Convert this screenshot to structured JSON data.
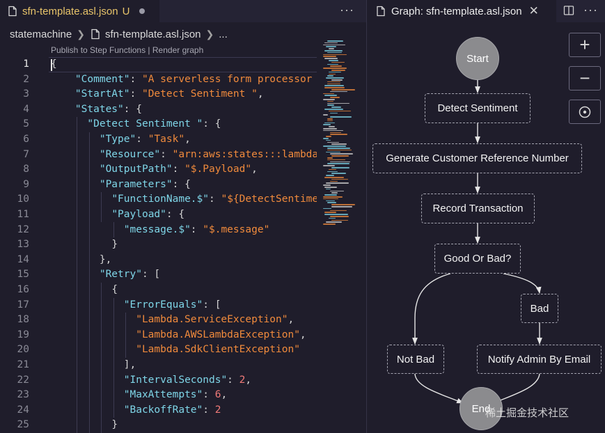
{
  "editor": {
    "tab": {
      "title": "sfn-template.asl.json",
      "status": "U",
      "icon": "json-file-icon"
    },
    "more": "···",
    "breadcrumb": {
      "folder": "statemachine",
      "file": "sfn-template.asl.json",
      "trail": "..."
    },
    "codelens": {
      "publish": "Publish to Step Functions",
      "sep": " | ",
      "render": "Render graph"
    },
    "lines": [
      {
        "n": "1",
        "indent": "",
        "parts": [
          [
            "p",
            "{"
          ]
        ]
      },
      {
        "n": "2",
        "indent": "    ",
        "parts": [
          [
            "k",
            "\"Comment\""
          ],
          [
            "p",
            ": "
          ],
          [
            "s",
            "\"A serverless form processor"
          ]
        ]
      },
      {
        "n": "3",
        "indent": "    ",
        "parts": [
          [
            "k",
            "\"StartAt\""
          ],
          [
            "p",
            ": "
          ],
          [
            "s",
            "\"Detect Sentiment \""
          ],
          [
            "p",
            ","
          ]
        ]
      },
      {
        "n": "4",
        "indent": "    ",
        "parts": [
          [
            "k",
            "\"States\""
          ],
          [
            "p",
            ": {"
          ]
        ]
      },
      {
        "n": "5",
        "indent": "      ",
        "parts": [
          [
            "k",
            "\"Detect Sentiment \""
          ],
          [
            "p",
            ": {"
          ]
        ]
      },
      {
        "n": "6",
        "indent": "        ",
        "parts": [
          [
            "k",
            "\"Type\""
          ],
          [
            "p",
            ": "
          ],
          [
            "s",
            "\"Task\""
          ],
          [
            "p",
            ","
          ]
        ]
      },
      {
        "n": "7",
        "indent": "        ",
        "parts": [
          [
            "k",
            "\"Resource\""
          ],
          [
            "p",
            ": "
          ],
          [
            "s",
            "\"arn:aws:states:::lambda"
          ]
        ]
      },
      {
        "n": "8",
        "indent": "        ",
        "parts": [
          [
            "k",
            "\"OutputPath\""
          ],
          [
            "p",
            ": "
          ],
          [
            "s",
            "\"$.Payload\""
          ],
          [
            "p",
            ","
          ]
        ]
      },
      {
        "n": "9",
        "indent": "        ",
        "parts": [
          [
            "k",
            "\"Parameters\""
          ],
          [
            "p",
            ": {"
          ]
        ]
      },
      {
        "n": "10",
        "indent": "          ",
        "parts": [
          [
            "k",
            "\"FunctionName.$\""
          ],
          [
            "p",
            ": "
          ],
          [
            "s",
            "\"${DetectSentime"
          ]
        ]
      },
      {
        "n": "11",
        "indent": "          ",
        "parts": [
          [
            "k",
            "\"Payload\""
          ],
          [
            "p",
            ": {"
          ]
        ]
      },
      {
        "n": "12",
        "indent": "            ",
        "parts": [
          [
            "k",
            "\"message.$\""
          ],
          [
            "p",
            ": "
          ],
          [
            "s",
            "\"$.message\""
          ]
        ]
      },
      {
        "n": "13",
        "indent": "          ",
        "parts": [
          [
            "p",
            "}"
          ]
        ]
      },
      {
        "n": "14",
        "indent": "        ",
        "parts": [
          [
            "p",
            "},"
          ]
        ]
      },
      {
        "n": "15",
        "indent": "        ",
        "parts": [
          [
            "k",
            "\"Retry\""
          ],
          [
            "p",
            ": ["
          ]
        ]
      },
      {
        "n": "16",
        "indent": "          ",
        "parts": [
          [
            "p",
            "{"
          ]
        ]
      },
      {
        "n": "17",
        "indent": "            ",
        "parts": [
          [
            "k",
            "\"ErrorEquals\""
          ],
          [
            "p",
            ": ["
          ]
        ]
      },
      {
        "n": "18",
        "indent": "              ",
        "parts": [
          [
            "s",
            "\"Lambda.ServiceException\""
          ],
          [
            "p",
            ","
          ]
        ]
      },
      {
        "n": "19",
        "indent": "              ",
        "parts": [
          [
            "s",
            "\"Lambda.AWSLambdaException\""
          ],
          [
            "p",
            ","
          ]
        ]
      },
      {
        "n": "20",
        "indent": "              ",
        "parts": [
          [
            "s",
            "\"Lambda.SdkClientException\""
          ]
        ]
      },
      {
        "n": "21",
        "indent": "            ",
        "parts": [
          [
            "p",
            "],"
          ]
        ]
      },
      {
        "n": "22",
        "indent": "            ",
        "parts": [
          [
            "k",
            "\"IntervalSeconds\""
          ],
          [
            "p",
            ": "
          ],
          [
            "n",
            "2"
          ],
          [
            "p",
            ","
          ]
        ]
      },
      {
        "n": "23",
        "indent": "            ",
        "parts": [
          [
            "k",
            "\"MaxAttempts\""
          ],
          [
            "p",
            ": "
          ],
          [
            "n",
            "6"
          ],
          [
            "p",
            ","
          ]
        ]
      },
      {
        "n": "24",
        "indent": "            ",
        "parts": [
          [
            "k",
            "\"BackoffRate\""
          ],
          [
            "p",
            ": "
          ],
          [
            "n",
            "2"
          ]
        ]
      },
      {
        "n": "25",
        "indent": "          ",
        "parts": [
          [
            "p",
            "}"
          ]
        ]
      }
    ]
  },
  "graph": {
    "tab": {
      "title": "Graph: sfn-template.asl.json",
      "close": "✕"
    },
    "more": "···",
    "nodes": {
      "start": "Start",
      "detect": "Detect Sentiment",
      "generate": "Generate Customer Reference Number",
      "record": "Record Transaction",
      "choice": "Good Or Bad?",
      "bad": "Bad",
      "not_bad": "Not Bad",
      "notify": "Notify Admin By Email",
      "end": "End"
    },
    "zoom": {
      "in": "+",
      "out": "−"
    }
  },
  "colors": {
    "key": "#7fd6e8",
    "string": "#f08a3c",
    "number": "#f07a78",
    "modified": "#e8c46a"
  },
  "watermark": "稀土掘金技术社区"
}
